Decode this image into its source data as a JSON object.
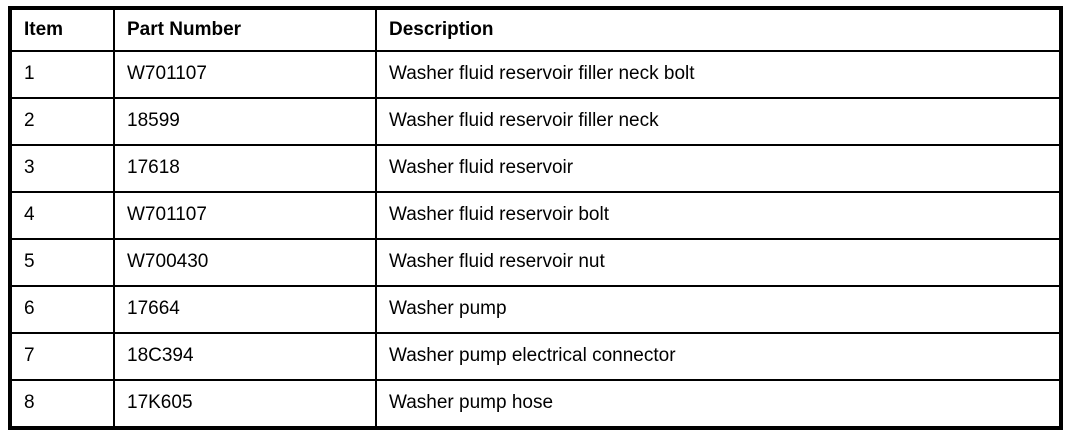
{
  "table": {
    "headers": {
      "item": "Item",
      "part_number": "Part Number",
      "description": "Description"
    },
    "rows": [
      {
        "item": "1",
        "part_number": "W701107",
        "description": "Washer fluid reservoir filler neck bolt"
      },
      {
        "item": "2",
        "part_number": "18599",
        "description": "Washer fluid reservoir filler neck"
      },
      {
        "item": "3",
        "part_number": "17618",
        "description": "Washer fluid reservoir"
      },
      {
        "item": "4",
        "part_number": "W701107",
        "description": "Washer fluid reservoir bolt"
      },
      {
        "item": "5",
        "part_number": "W700430",
        "description": "Washer fluid reservoir nut"
      },
      {
        "item": "6",
        "part_number": "17664",
        "description": "Washer pump"
      },
      {
        "item": "7",
        "part_number": "18C394",
        "description": "Washer pump electrical connector"
      },
      {
        "item": "8",
        "part_number": "17K605",
        "description": "Washer pump hose"
      }
    ],
    "colors": {
      "border": "#000000",
      "text": "#000000",
      "background": "#ffffff"
    }
  }
}
